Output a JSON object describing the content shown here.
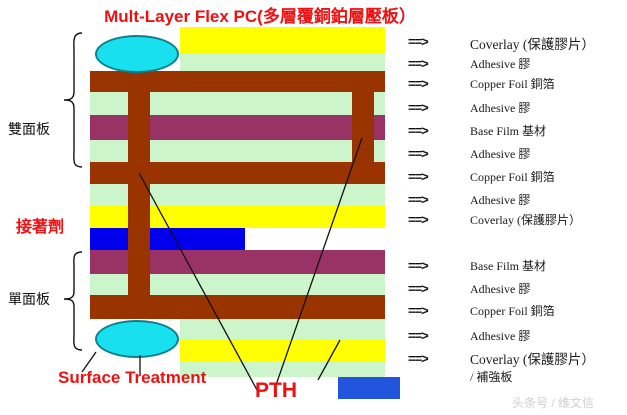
{
  "title": "Mult-Layer Flex  PC(多層覆銅鉑層壓板）",
  "watermark": "头条号 / 维文信",
  "colors": {
    "coverlay": "#ffff00",
    "adhesive": "#ccf5cc",
    "copper": "#993300",
    "base_film": "#993366",
    "adhesive_blue": "#0000ee",
    "surface_treatment": "#18e0ee",
    "title_red": "#ee1111"
  },
  "side_labels": [
    {
      "text": "雙面板",
      "style": "black"
    },
    {
      "text": "接著劑",
      "style": "red"
    },
    {
      "text": "單面板",
      "style": "black"
    }
  ],
  "callouts": [
    {
      "text": "Surface Treatment"
    },
    {
      "text": "PTH"
    }
  ],
  "arrow_glyph": "==>",
  "layer_labels": [
    {
      "id": "l1",
      "text": "Coverlay (保護膠片）",
      "arrow": "==>"
    },
    {
      "id": "l2",
      "text": "Adhesive 膠",
      "arrow": "==>"
    },
    {
      "id": "l3",
      "text": "Copper Foil 銅箔",
      "arrow": "==>"
    },
    {
      "id": "l4",
      "text": "Adhesive 膠",
      "arrow": "==>"
    },
    {
      "id": "l5",
      "text": "Base Film 基材",
      "arrow": "==>"
    },
    {
      "id": "l6",
      "text": "Adhesive 膠",
      "arrow": "==>"
    },
    {
      "id": "l7",
      "text": "Copper Foil 銅箔",
      "arrow": "==>"
    },
    {
      "id": "l8",
      "text": "Adhesive 膠",
      "arrow": "==>"
    },
    {
      "id": "l9",
      "text": "Coverlay (保護膠片）",
      "arrow": "==>"
    },
    {
      "id": "l10",
      "text": "Base Film 基材",
      "arrow": "==>"
    },
    {
      "id": "l11",
      "text": "Adhesive 膠",
      "arrow": "==>"
    },
    {
      "id": "l12",
      "text": "Copper Foil 銅箔",
      "arrow": "==>"
    },
    {
      "id": "l13",
      "text": "Adhesive 膠",
      "arrow": "==>"
    },
    {
      "id": "l14",
      "text": "Coverlay (保護膠片）",
      "arrow": "==>"
    },
    {
      "id": "l14b",
      "text": "/ 補強板",
      "arrow": ""
    }
  ]
}
